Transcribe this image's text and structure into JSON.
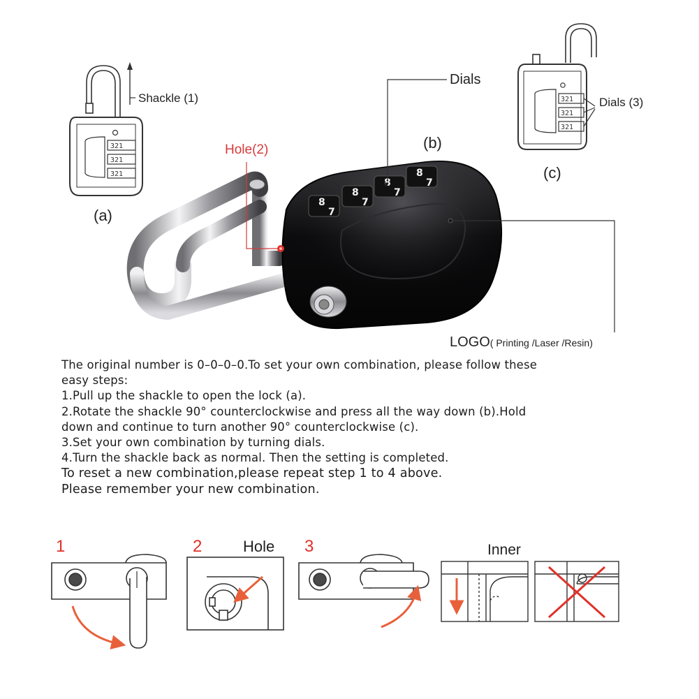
{
  "labels": {
    "shackle": "Shackle (1)",
    "a": "(a)",
    "hole2": "Hole(2)",
    "b": "(b)",
    "dials_top": "Dials",
    "dials3": "Dials (3)",
    "c": "(c)",
    "logo": "LOGO",
    "logo_note": "( Printing /Laser /Resin)",
    "dial_digits": "321"
  },
  "instructions": [
    "The original number is 0–0–0–0.To set your own combination, please follow these",
    "easy steps:",
    "1.Pull up the shackle to open the lock (a).",
    "2.Rotate the shackle 90°   counterclockwise and press all the way down (b).Hold",
    "down and continue to turn another 90°  counterclockwise (c).",
    "3.Set your own combination by turning dials.",
    "4.Turn the shackle back as normal. Then the setting is completed.",
    "To reset a new combination,please repeat step 1 to 4 above.",
    "Please remember your new combination."
  ],
  "steps": {
    "s1": "1",
    "s2": "2",
    "s2_label": "Hole",
    "s3": "3",
    "inner": "Inner"
  },
  "colors": {
    "accent_red": "#e0312a",
    "hole_label": "#d83a3a",
    "arrow_orange": "#e8603a",
    "line": "#333333"
  }
}
